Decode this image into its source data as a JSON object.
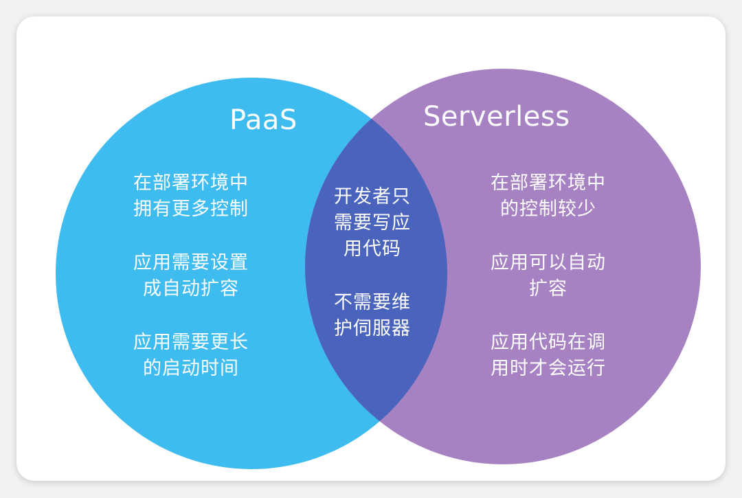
{
  "colors": {
    "paas": "#3fbcef",
    "serverless": "#a782c2",
    "overlap": "#4a63bd",
    "text": "#ffffff"
  },
  "paas": {
    "title": "PaaS",
    "items": [
      [
        "在部署环境中",
        "拥有更多控制"
      ],
      [
        "应用需要设置",
        "成自动扩容"
      ],
      [
        "应用需要更长",
        "的启动时间"
      ]
    ]
  },
  "serverless": {
    "title": "Serverless",
    "items": [
      [
        "在部署环境中",
        "的控制较少"
      ],
      [
        "应用可以自动",
        "扩容"
      ],
      [
        "应用代码在调",
        "用时才会运行"
      ]
    ]
  },
  "overlap": {
    "items": [
      [
        "开发者只",
        "需要写应",
        "用代码"
      ],
      [
        "不需要维",
        "护伺服器"
      ]
    ]
  }
}
